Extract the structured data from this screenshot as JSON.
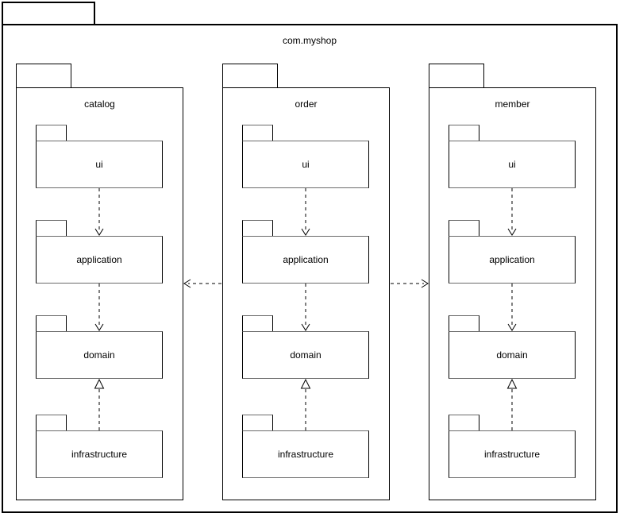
{
  "diagram": {
    "type": "uml-package-diagram",
    "root_package": "com.myshop",
    "packages": [
      {
        "name": "catalog",
        "children": [
          "ui",
          "application",
          "domain",
          "infrastructure"
        ]
      },
      {
        "name": "order",
        "children": [
          "ui",
          "application",
          "domain",
          "infrastructure"
        ]
      },
      {
        "name": "member",
        "children": [
          "ui",
          "application",
          "domain",
          "infrastructure"
        ]
      }
    ],
    "relations": [
      {
        "from": "ui",
        "to": "application",
        "style": "dashed",
        "head": "open-arrow",
        "scope": "each package"
      },
      {
        "from": "application",
        "to": "domain",
        "style": "dashed",
        "head": "open-arrow",
        "scope": "each package"
      },
      {
        "from": "infrastructure",
        "to": "domain",
        "style": "dashed",
        "head": "hollow-triangle",
        "scope": "each package"
      },
      {
        "from": "order",
        "to": "catalog",
        "style": "dashed",
        "head": "open-arrow"
      },
      {
        "from": "order",
        "to": "member",
        "style": "dashed",
        "head": "open-arrow"
      }
    ],
    "colors": {
      "stroke": "#000000",
      "sub_edge": "#6b6b6b",
      "fill": "#ffffff"
    }
  }
}
